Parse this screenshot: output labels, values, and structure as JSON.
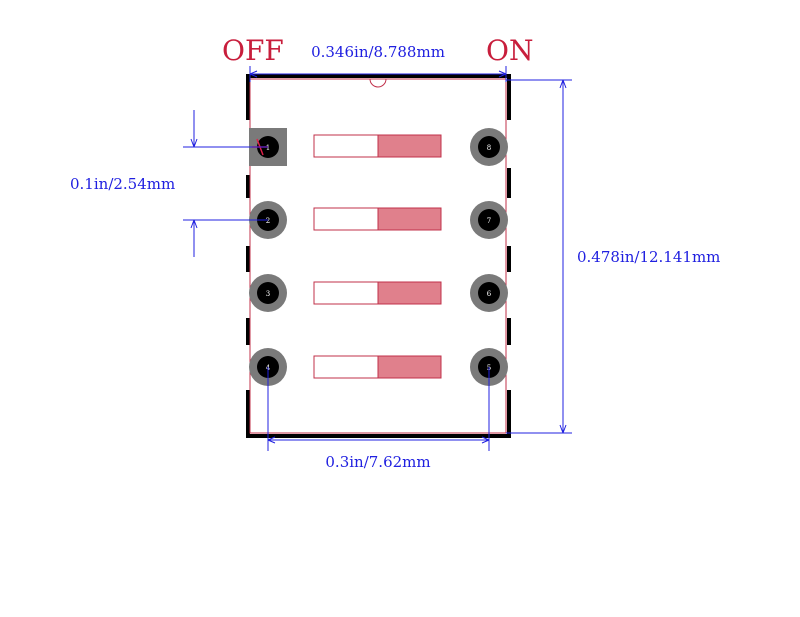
{
  "labels": {
    "off": "OFF",
    "on": "ON"
  },
  "dimensions": {
    "body_width": "0.346in/8.788mm",
    "pitch": "0.1in/2.54mm",
    "body_height": "0.478in/12.141mm",
    "row_spacing": "0.3in/7.62mm"
  },
  "pins": {
    "left": [
      "1",
      "2",
      "3",
      "4"
    ],
    "right": [
      "8",
      "7",
      "6",
      "5"
    ]
  },
  "colors": {
    "outline": "#000000",
    "dimension": "#2020e0",
    "switch": "#e0808c",
    "switch_outline": "#c0304a",
    "label": "#c81e3c",
    "pad": "#7a7a7a",
    "drill": "#000000"
  }
}
